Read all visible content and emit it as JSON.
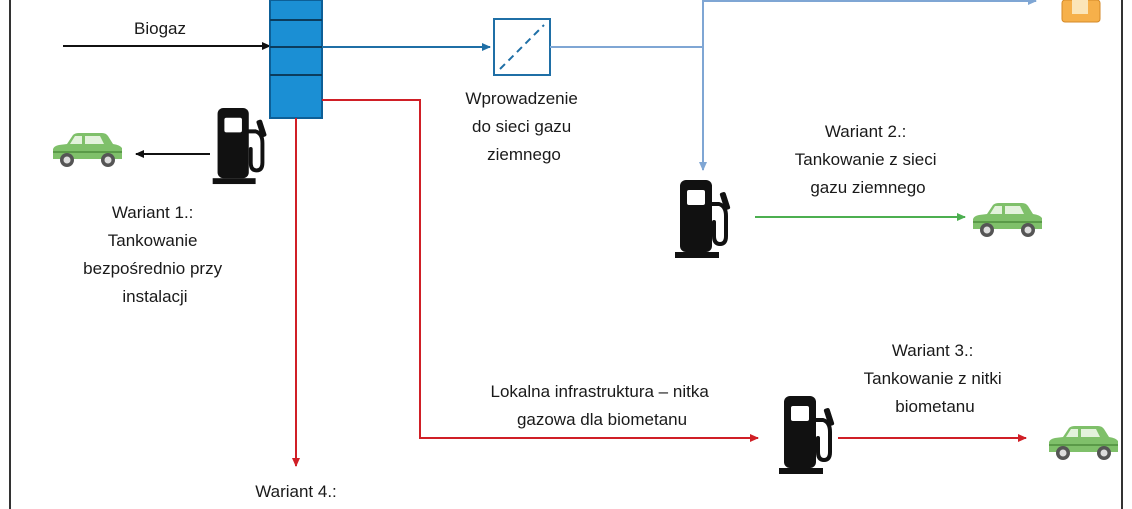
{
  "labels": {
    "biogaz": "Biogaz",
    "grid_injection": [
      "Wprowadzenie",
      "do sieci gazu",
      "ziemnego"
    ],
    "variant1": [
      "Wariant 1.:",
      "Tankowanie",
      "bezpośrednio przy",
      "instalacji"
    ],
    "variant2": [
      "Wariant 2.:",
      "Tankowanie z sieci",
      "gazu ziemnego"
    ],
    "variant3": [
      "Wariant 3.:",
      "Tankowanie z nitki",
      "biometanu"
    ],
    "variant4": [
      "Wariant 4.:"
    ],
    "local_infra": [
      "Lokalna infrastruktura – nitka",
      "gazowa dla biometanu"
    ]
  },
  "icons": {
    "fuel_pump": "fuel-pump-icon",
    "car": "car-icon",
    "device": "house-icon"
  },
  "colors": {
    "tank_fill": "#1b8fd4",
    "tank_stroke": "#0d5f97",
    "dark_blue_line": "#1f6fa6",
    "light_blue_line": "#7fa6d4",
    "red_line": "#d01f26",
    "green_line": "#4caf50",
    "black_line": "#111111",
    "car_body": "#7fc06a",
    "frame": "#333333"
  }
}
